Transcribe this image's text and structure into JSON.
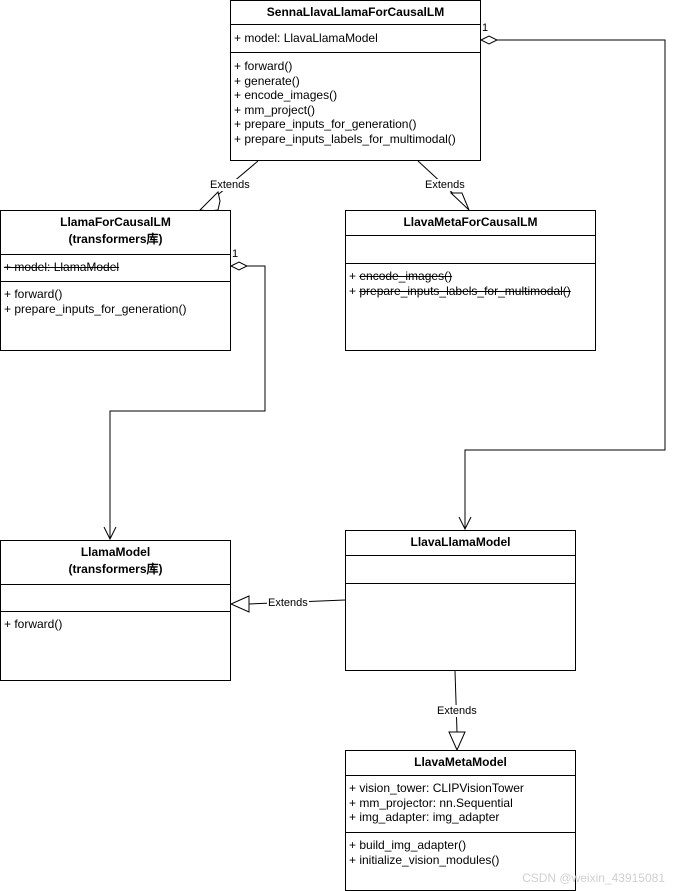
{
  "classes": {
    "senna": {
      "name": "SennaLlavaLlamaForCausalLM",
      "attributes": [
        "+ model: LlavaLlamaModel"
      ],
      "methods": [
        "+ forward()",
        "+ generate()",
        "+ encode_images()",
        "+ mm_project()",
        "+ prepare_inputs_for_generation()",
        "+ prepare_inputs_labels_for_multimodal()"
      ]
    },
    "llama_for_causal": {
      "name": "LlamaForCausalLM",
      "subtitle": "(transformers库)",
      "attributes": [
        "+ model: LlamaModel"
      ],
      "methods": [
        "+ forward()",
        "+ prepare_inputs_for_generation()"
      ]
    },
    "llava_meta_for_causal": {
      "name": "LlavaMetaForCausalLM",
      "methods": [
        "+ encode_images()",
        "+ prepare_inputs_labels_for_multimodal()"
      ]
    },
    "llama_model": {
      "name": "LlamaModel",
      "subtitle": "(transformers库)",
      "methods": [
        "+ forward()"
      ]
    },
    "llava_llama_model": {
      "name": "LlavaLlamaModel"
    },
    "llava_meta_model": {
      "name": "LlavaMetaModel",
      "attributes": [
        "+ vision_tower: CLIPVisionTower",
        "+ mm_projector: nn.Sequential",
        "+ img_adapter: img_adapter"
      ],
      "methods": [
        "+ build_img_adapter()",
        "+ initialize_vision_modules()"
      ]
    }
  },
  "edges": {
    "extends_label": "Extends",
    "multiplicity": "1"
  },
  "watermark": "CSDN @weixin_43915081"
}
